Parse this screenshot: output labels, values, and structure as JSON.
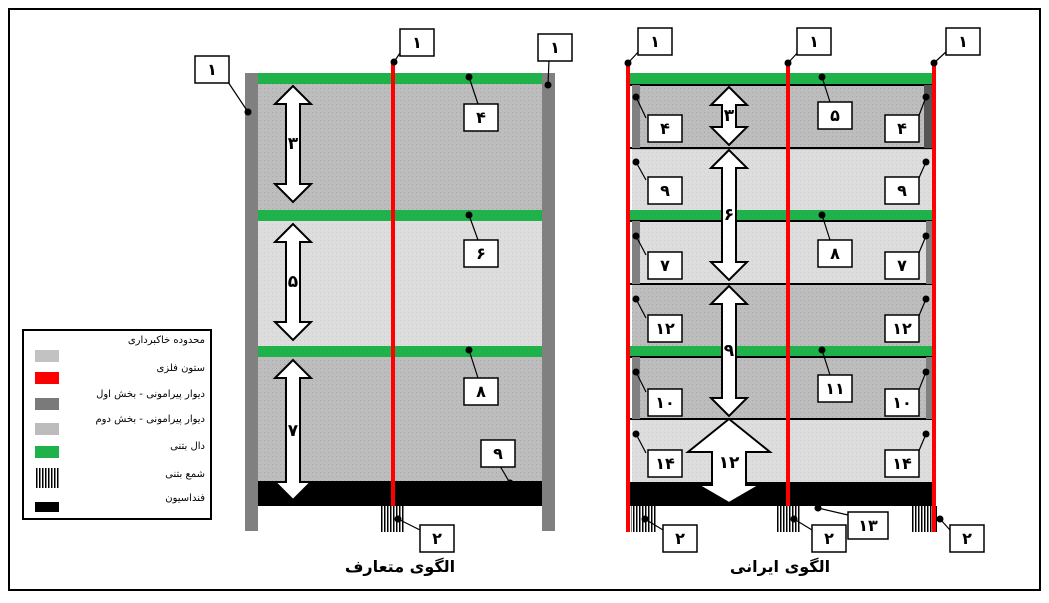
{
  "labels": {
    "l1": "١",
    "l2": "٢",
    "l3": "٣",
    "l4": "۴",
    "l5": "۵",
    "l6": "۶",
    "l7": "٧",
    "l8": "٨",
    "l9": "٩",
    "l10": "١٠",
    "l11": "١١",
    "l12": "١٢",
    "l13": "١٣",
    "l14": "١۴"
  },
  "captions": {
    "conventional": "الگوی متعارف",
    "iranian": "الگوی ایرانی"
  },
  "legend": {
    "items": [
      {
        "label": "محدوده خاکبرداری",
        "color": "#c2c2c2"
      },
      {
        "label": "ستون فلزی",
        "color": "#ff0000"
      },
      {
        "label": "دیوار پیرامونی - بخش اول",
        "color": "#7a7a7a"
      },
      {
        "label": "دیوار پیرامونی - بخش دوم",
        "color": "#bcbcbc"
      },
      {
        "label": "دال بتنی",
        "color": "#1fb24a"
      },
      {
        "label": "شمع بتنی",
        "color": "hatched"
      },
      {
        "label": "فنداسیون",
        "color": "#000000"
      }
    ]
  },
  "colors": {
    "excavation": "#bdbdbd",
    "excavation_light": "#dcdcdc",
    "steel_column": "#ff0000",
    "wall_part1": "#808080",
    "slab": "#1fb24a",
    "foundation": "#000000"
  }
}
